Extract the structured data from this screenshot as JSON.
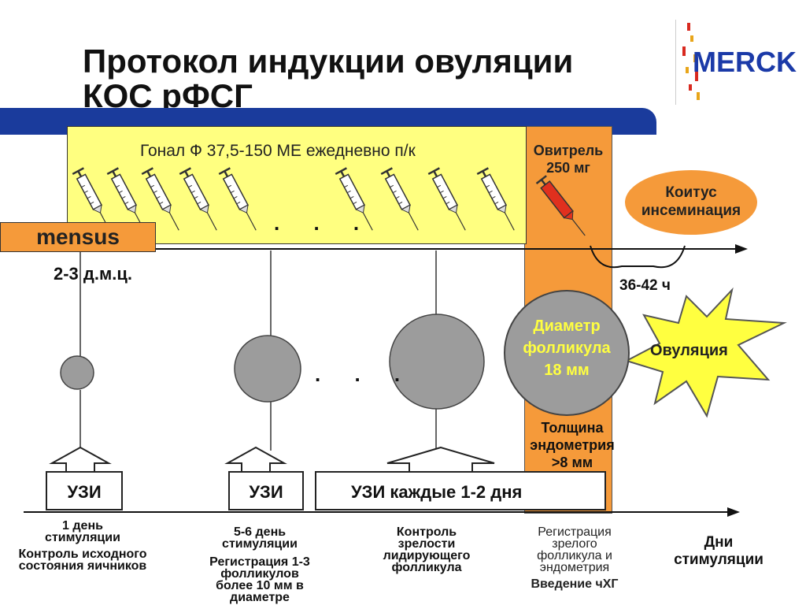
{
  "title": {
    "line1": "Протокол индукции овуляции",
    "line2": "КОС рФСГ"
  },
  "logo": {
    "text": "MERCK"
  },
  "gonal": "Гонал Ф 37,5-150 МЕ ежедневно п/к",
  "ovitrel": {
    "line1": "Овитрель",
    "line2": "250 мг"
  },
  "mensus": "mensus",
  "dmc": "2-3 д.м.ц.",
  "coitus": {
    "line1": "Коитус",
    "line2": "инсеминация"
  },
  "hours": "36-42 ч",
  "ellipsis": ". . .",
  "follicle": {
    "line1": "Диаметр",
    "line2": "фолликула",
    "line3": "18 мм"
  },
  "endometrium": {
    "line1": "Толщина",
    "line2": "эндометрия",
    "line3": ">8 мм"
  },
  "ovulation": "Овуляция",
  "uzi": {
    "a": "УЗИ",
    "b": "УЗИ",
    "c": "УЗИ каждые 1-2 дня"
  },
  "captions": {
    "c1": {
      "bold1": "1 день",
      "bold2": "стимуляции",
      "bold3": "Контроль исходного",
      "bold4": "состояния яичников"
    },
    "c2": {
      "bold1": "5-6 день",
      "bold2": "стимуляции",
      "bold3": "Регистрация 1-3",
      "bold4": "фолликулов",
      "bold5": "более 10 мм в",
      "bold6": "диаметре"
    },
    "c3": {
      "line1": "Контроль",
      "line2": "зрелости",
      "line3": "лидирующего",
      "line4": "фолликула"
    },
    "c4": {
      "line1": "Регистрация",
      "line2": "зрелого",
      "line3": "фолликула и",
      "line4": "эндометрия",
      "bold1": "Введение чХГ"
    }
  },
  "days": {
    "line1": "Дни",
    "line2": "стимуляции"
  },
  "colors": {
    "blue": "#1a3b9c",
    "orange": "#f59a3a",
    "yellow": "#ffff80",
    "follicle_gray": "#9c9c9c",
    "merck_blue": "#1b3aa8"
  }
}
